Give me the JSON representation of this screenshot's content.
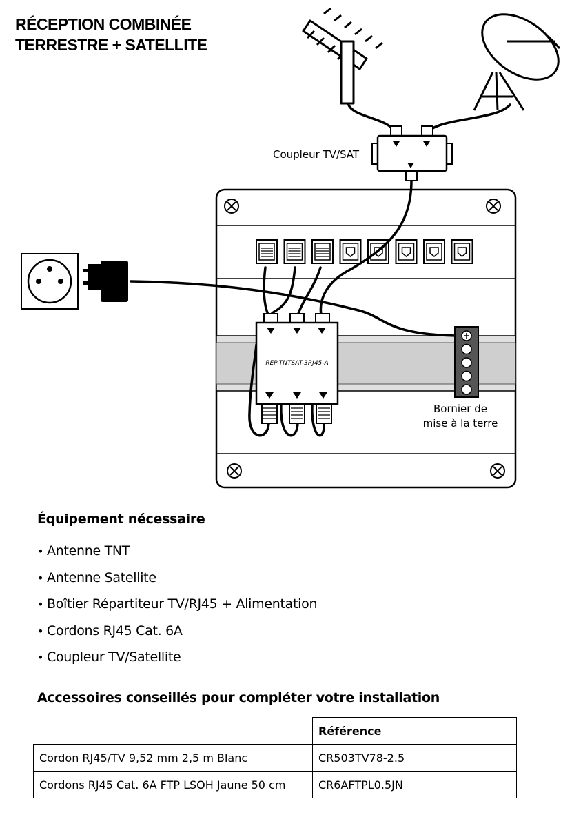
{
  "title": {
    "line1": "RÉCEPTION COMBINÉE",
    "line2": "TERRESTRE + SATELLITE"
  },
  "diagram": {
    "coupler_label": "Coupleur TV/SAT",
    "splitter_model": "REP-TNTSAT-3RJ45-A",
    "ground_label_line1": "Bornier de",
    "ground_label_line2": "mise à la terre",
    "icons": [
      "tnt-antenna-icon",
      "satellite-dish-icon",
      "power-outlet-icon",
      "power-adapter-icon",
      "screw-icon",
      "rj45-port-icon",
      "f-connector-icon"
    ]
  },
  "equipment": {
    "heading": "Équipement nécessaire",
    "bullet": "•",
    "items": [
      "Antenne TNT",
      "Antenne Satellite",
      "Boîtier Répartiteur TV/RJ45 + Alimentation",
      "Cordons RJ45 Cat. 6A",
      "Coupleur TV/Satellite"
    ]
  },
  "accessories": {
    "heading": "Accessoires conseillés pour compléter votre installation",
    "reference_header": "Référence",
    "rows": [
      {
        "name": "Cordon RJ45/TV 9,52 mm 2,5 m Blanc",
        "ref": "CR503TV78-2.5"
      },
      {
        "name": "Cordons RJ45 Cat. 6A FTP LSOH Jaune 50 cm",
        "ref": "CR6AFTPL0.5JN"
      }
    ]
  }
}
